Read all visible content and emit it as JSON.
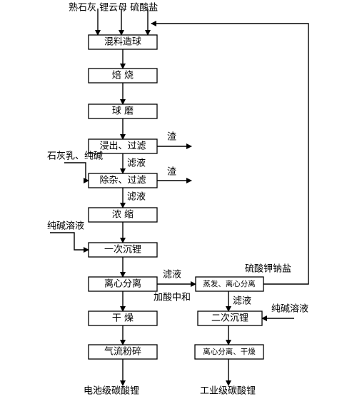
{
  "inputs": {
    "raw_materials": "熟石灰 锂云母 硫酸盐",
    "lime_soda": "石灰乳、纯碱",
    "soda_solution_1": "纯碱溶液",
    "soda_solution_2": "纯碱溶液"
  },
  "steps": {
    "mixing": "混料造球",
    "roasting": "焙  烧",
    "milling": "球  磨",
    "leaching": "浸出、过滤",
    "impurity_removal": "除杂、过滤",
    "concentration": "浓  缩",
    "first_precipitation": "一次沉锂",
    "centrifuge": "离心分离",
    "drying": "干  燥",
    "air_milling": "气流粉碎",
    "evaporation": "蒸发、离心分离",
    "second_precipitation": "二次沉锂",
    "centrifuge_dry": "离心分离、干燥"
  },
  "labels": {
    "residue_1": "渣",
    "residue_2": "渣",
    "filtrate_1": "滤液",
    "filtrate_2": "滤液",
    "filtrate_3": "滤液",
    "filtrate_4": "滤液",
    "acid_neutralize": "加酸中和",
    "sulfate_recycle": "硫酸钾钠盐"
  },
  "outputs": {
    "battery_grade": "电池级碳酸锂",
    "industrial_grade": "工业级碳酸锂"
  }
}
